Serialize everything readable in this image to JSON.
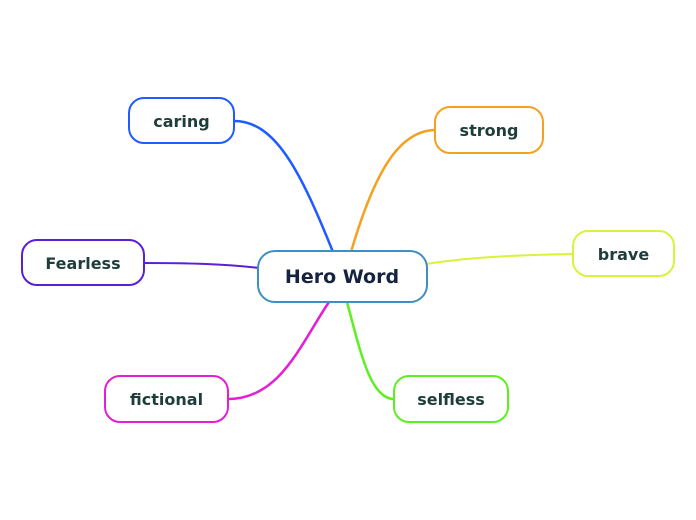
{
  "central": {
    "label": "Hero Word",
    "border_color": "#3f8fc4"
  },
  "branches": [
    {
      "id": "caring",
      "label": "caring",
      "color": "#1f5bff"
    },
    {
      "id": "strong",
      "label": "strong",
      "color": "#f5a020"
    },
    {
      "id": "fearless",
      "label": "Fearless",
      "color": "#5b1fd6"
    },
    {
      "id": "brave",
      "label": "brave",
      "color": "#d9f23b"
    },
    {
      "id": "fictional",
      "label": "fictional",
      "color": "#e21fd6"
    },
    {
      "id": "selfless",
      "label": "selfless",
      "color": "#5cf01f"
    }
  ]
}
